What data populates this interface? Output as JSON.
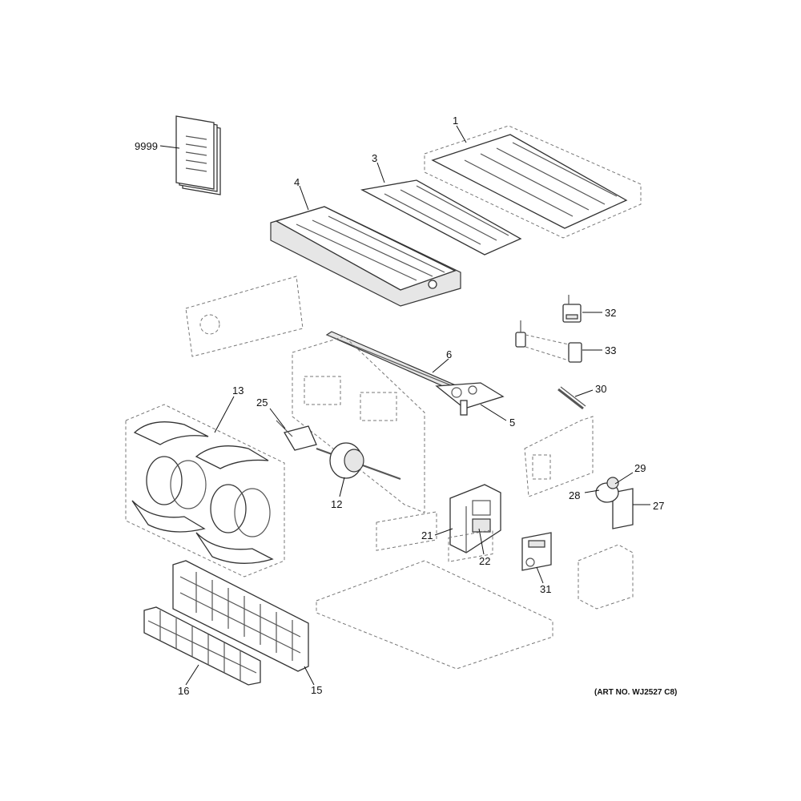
{
  "diagram": {
    "art_number": "(ART NO. WJ2527 C8)",
    "callouts": {
      "c9999": "9999",
      "c1": "1",
      "c3": "3",
      "c4": "4",
      "c32": "32",
      "c33": "33",
      "c6": "6",
      "c5": "5",
      "c30": "30",
      "c13": "13",
      "c25": "25",
      "c12": "12",
      "c29": "29",
      "c28": "28",
      "c27": "27",
      "c21": "21",
      "c22": "22",
      "c31": "31",
      "c16": "16",
      "c15": "15"
    }
  }
}
